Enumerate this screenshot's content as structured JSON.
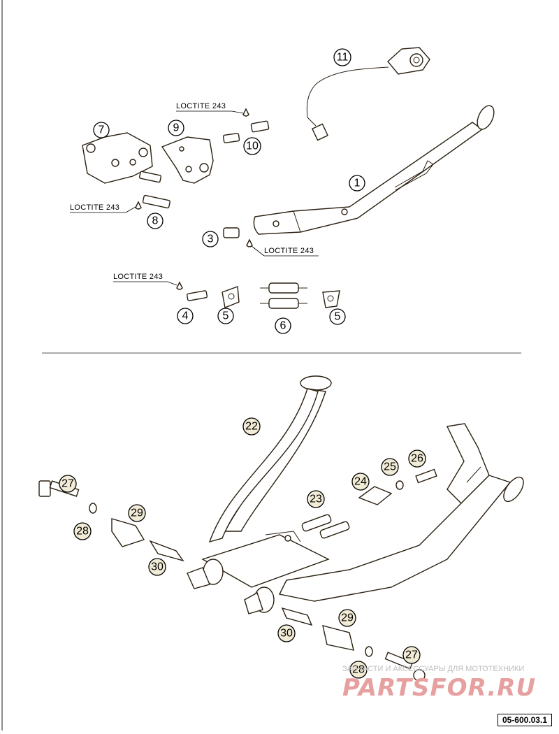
{
  "callouts": [
    "1",
    "3",
    "4",
    "5",
    "6",
    "7",
    "8",
    "9",
    "10",
    "11",
    "22",
    "23",
    "24",
    "25",
    "26",
    "27",
    "28",
    "29",
    "30"
  ],
  "notes": {
    "loctite": "LOCTITE 243"
  },
  "watermark": {
    "line": "ЗАПЧАСТИ И АКСЕССУАРЫ ДЛЯ МОТОТЕХНИКИ",
    "logo": "PARTSFOR.RU"
  },
  "diagram_code": "05-600.03.1",
  "colors": {
    "line": "#2a1f10",
    "callout_fill": "#f2ecd6",
    "watermark": "#e6a0a0"
  }
}
